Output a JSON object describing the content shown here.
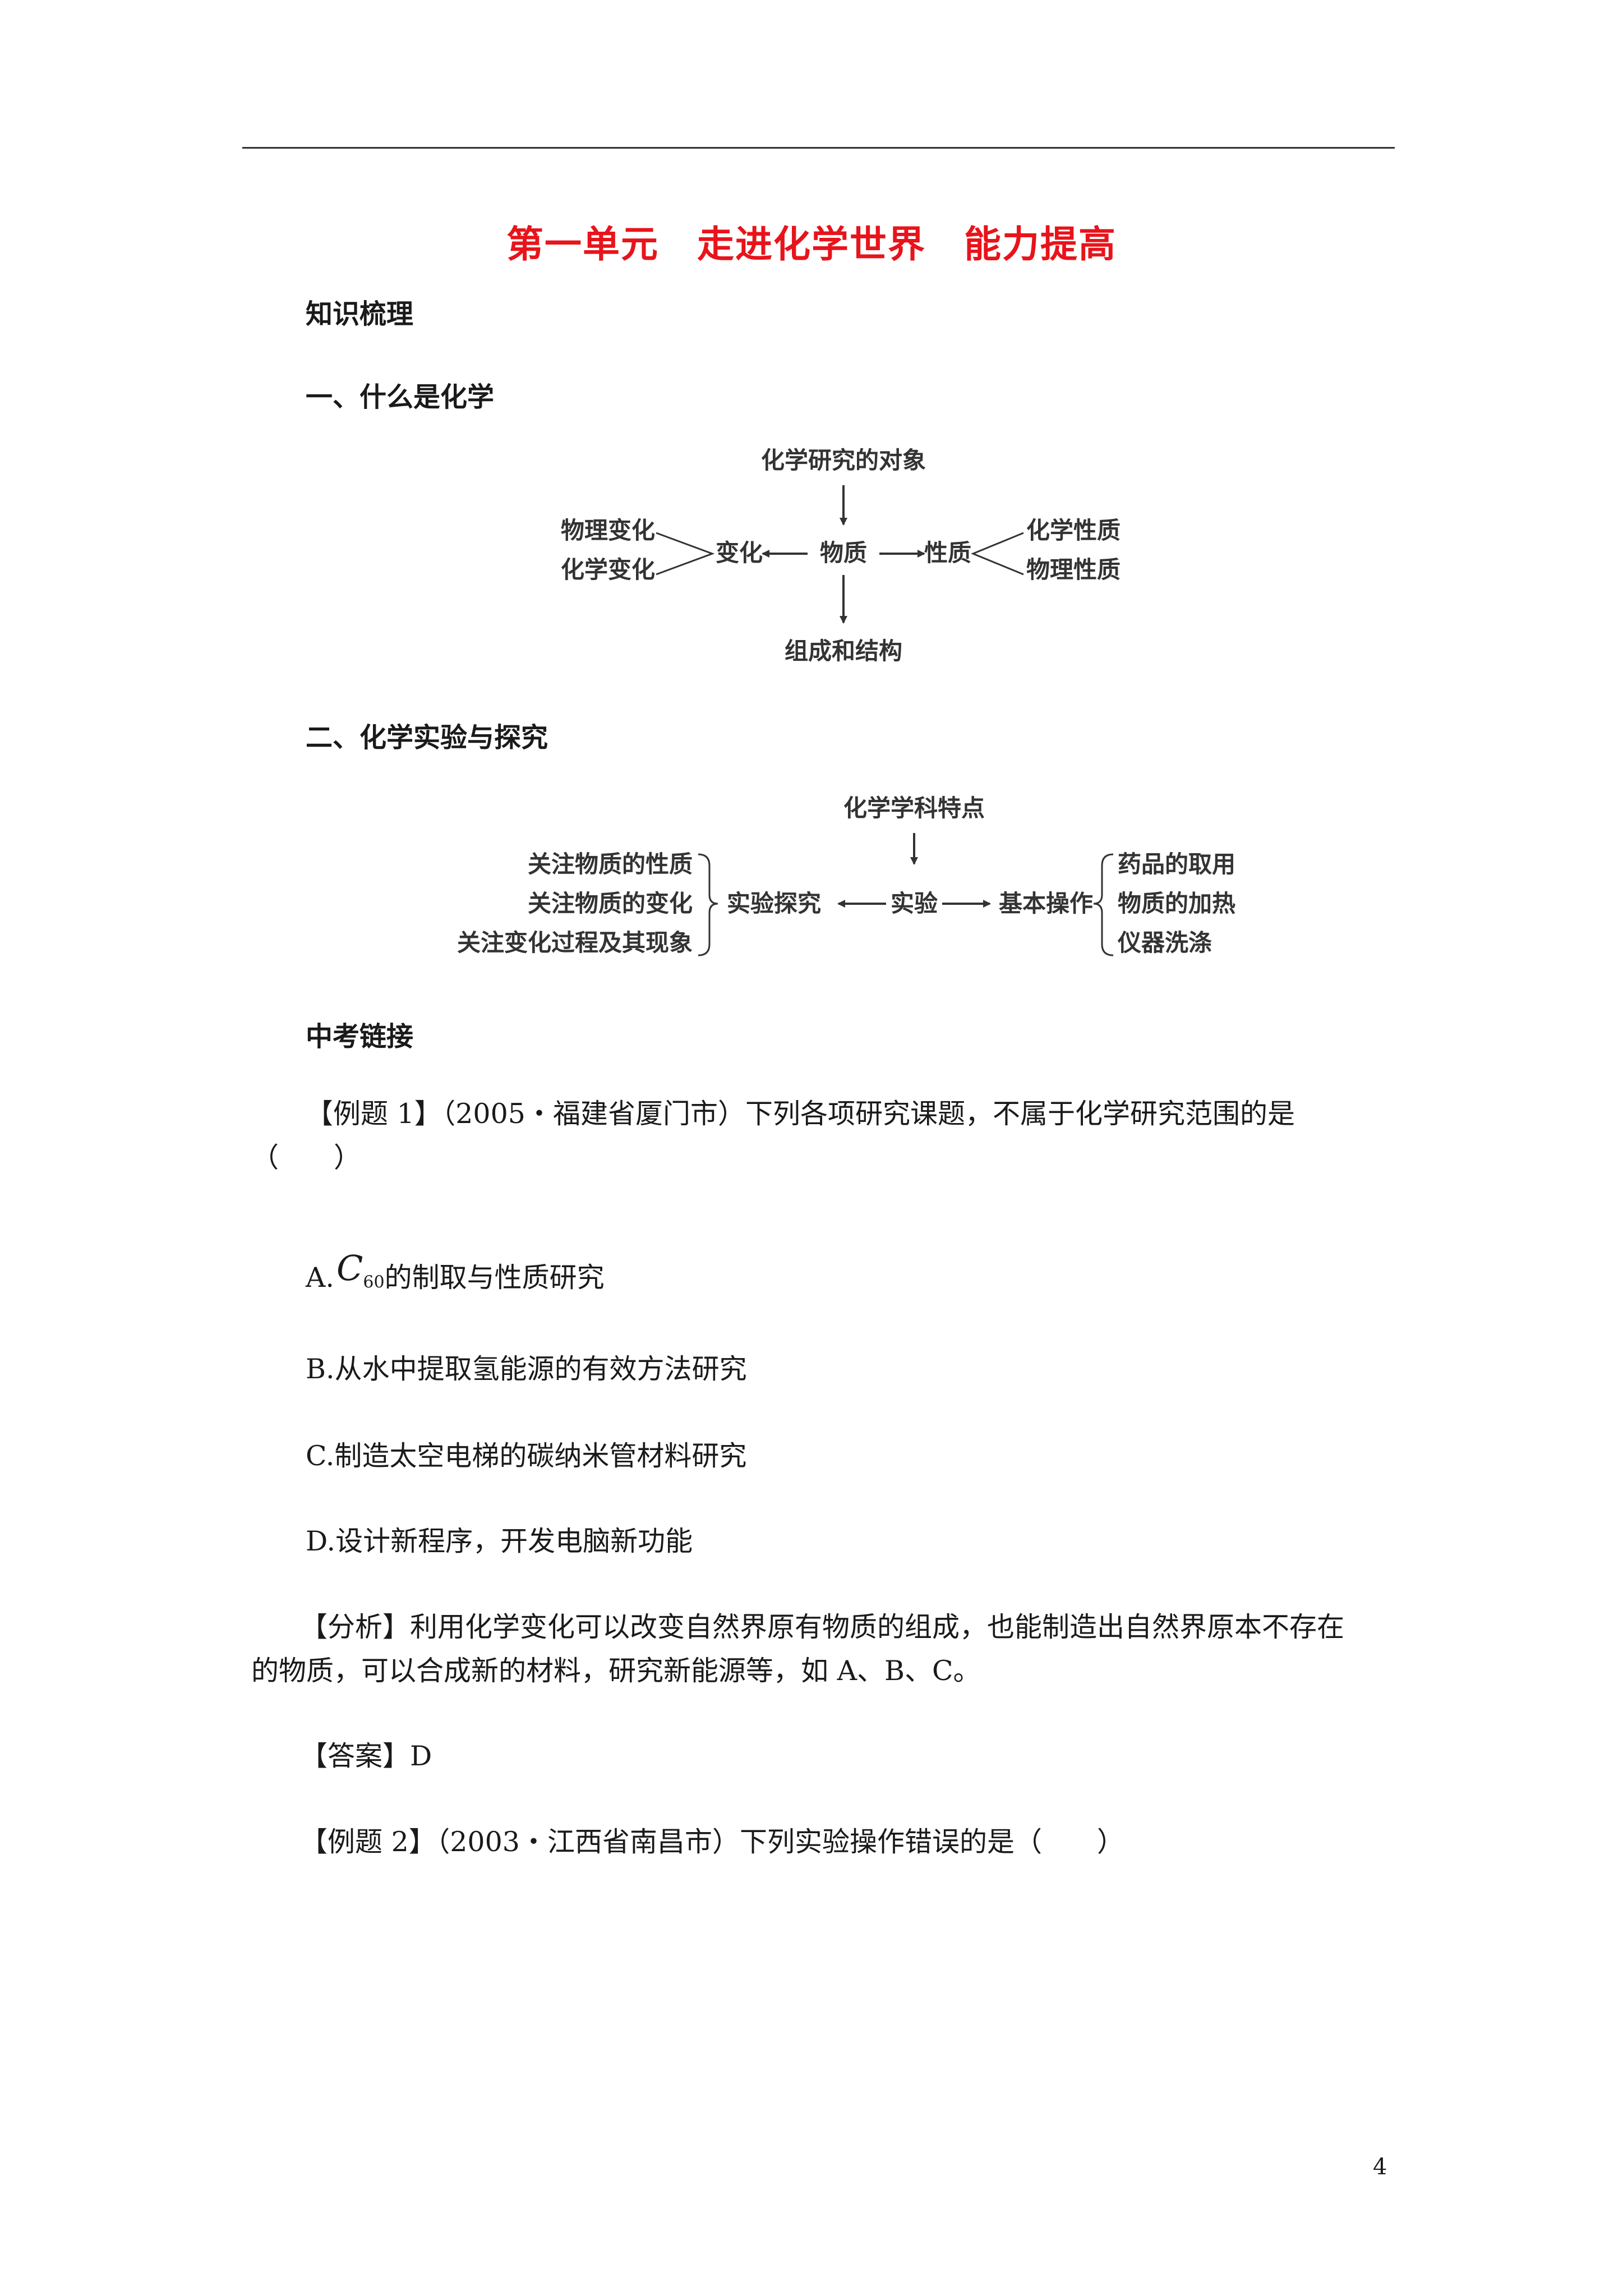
{
  "title": "第一单元　走进化学世界　能力提高",
  "sections": {
    "knowledge": "知识梳理",
    "what_is_chem": "一、什么是化学",
    "experiment": "二、化学实验与探究",
    "exam_link": "中考链接"
  },
  "diagram1": {
    "top": "化学研究的对象",
    "center": "物质",
    "left": "变化",
    "right": "性质",
    "bottom": "组成和结构",
    "left_items": [
      "物理变化",
      "化学变化"
    ],
    "right_items": [
      "化学性质",
      "物理性质"
    ]
  },
  "diagram2": {
    "top": "化学学科特点",
    "center": "实验",
    "left": "实验探究",
    "right": "基本操作",
    "left_items": [
      "关注物质的性质",
      "关注物质的变化",
      "关注变化过程及其现象"
    ],
    "right_items": [
      "药品的取用",
      "物质的加热",
      "仪器洗涤"
    ]
  },
  "example1": {
    "stem_line1": "【例题 1】（2005・福建省厦门市）下列各项研究课题，不属于化学研究范围的是",
    "stem_line2": "（　　）",
    "option_a_prefix": "A.",
    "formula_symbol": "C",
    "formula_sub": "60",
    "option_a_suffix": "的制取与性质研究",
    "option_b": "B.从水中提取氢能源的有效方法研究",
    "option_c": "C.制造太空电梯的碳纳米管材料研究",
    "option_d": "D.设计新程序，开发电脑新功能",
    "analysis_line1": "【分析】利用化学变化可以改变自然界原有物质的组成，也能制造出自然界原本不存在",
    "analysis_line2": "的物质，可以合成新的材料，研究新能源等，如 A、B、C。",
    "answer": "【答案】D"
  },
  "example2": {
    "stem": "【例题 2】（2003・江西省南昌市）下列实验操作错误的是（　　）"
  },
  "page_number": "4",
  "colors": {
    "title": "#e8141b",
    "text": "#1a1a1a"
  }
}
